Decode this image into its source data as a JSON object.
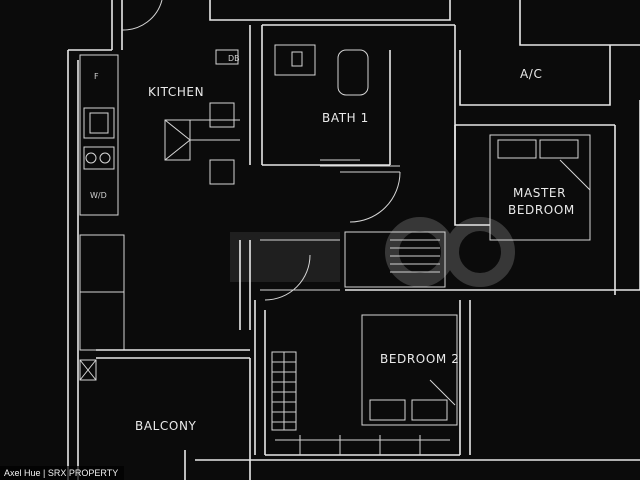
{
  "labels": {
    "kitchen": "KITCHEN",
    "bath1": "BATH 1",
    "ac": "A/C",
    "master_bedroom_line1": "MASTER",
    "master_bedroom_line2": "BEDROOM",
    "bedroom2": "BEDROOM 2",
    "balcony": "BALCONY",
    "db": "DB",
    "fridge": "F",
    "washer_dryer": "W/D"
  },
  "watermark": "SRX PROPERTY",
  "credit": "Axel Hue | SRX PROPERTY",
  "colors": {
    "background": "#0b0b0b",
    "lines": "#e8e8e8",
    "watermark": "#9b9b9b"
  }
}
